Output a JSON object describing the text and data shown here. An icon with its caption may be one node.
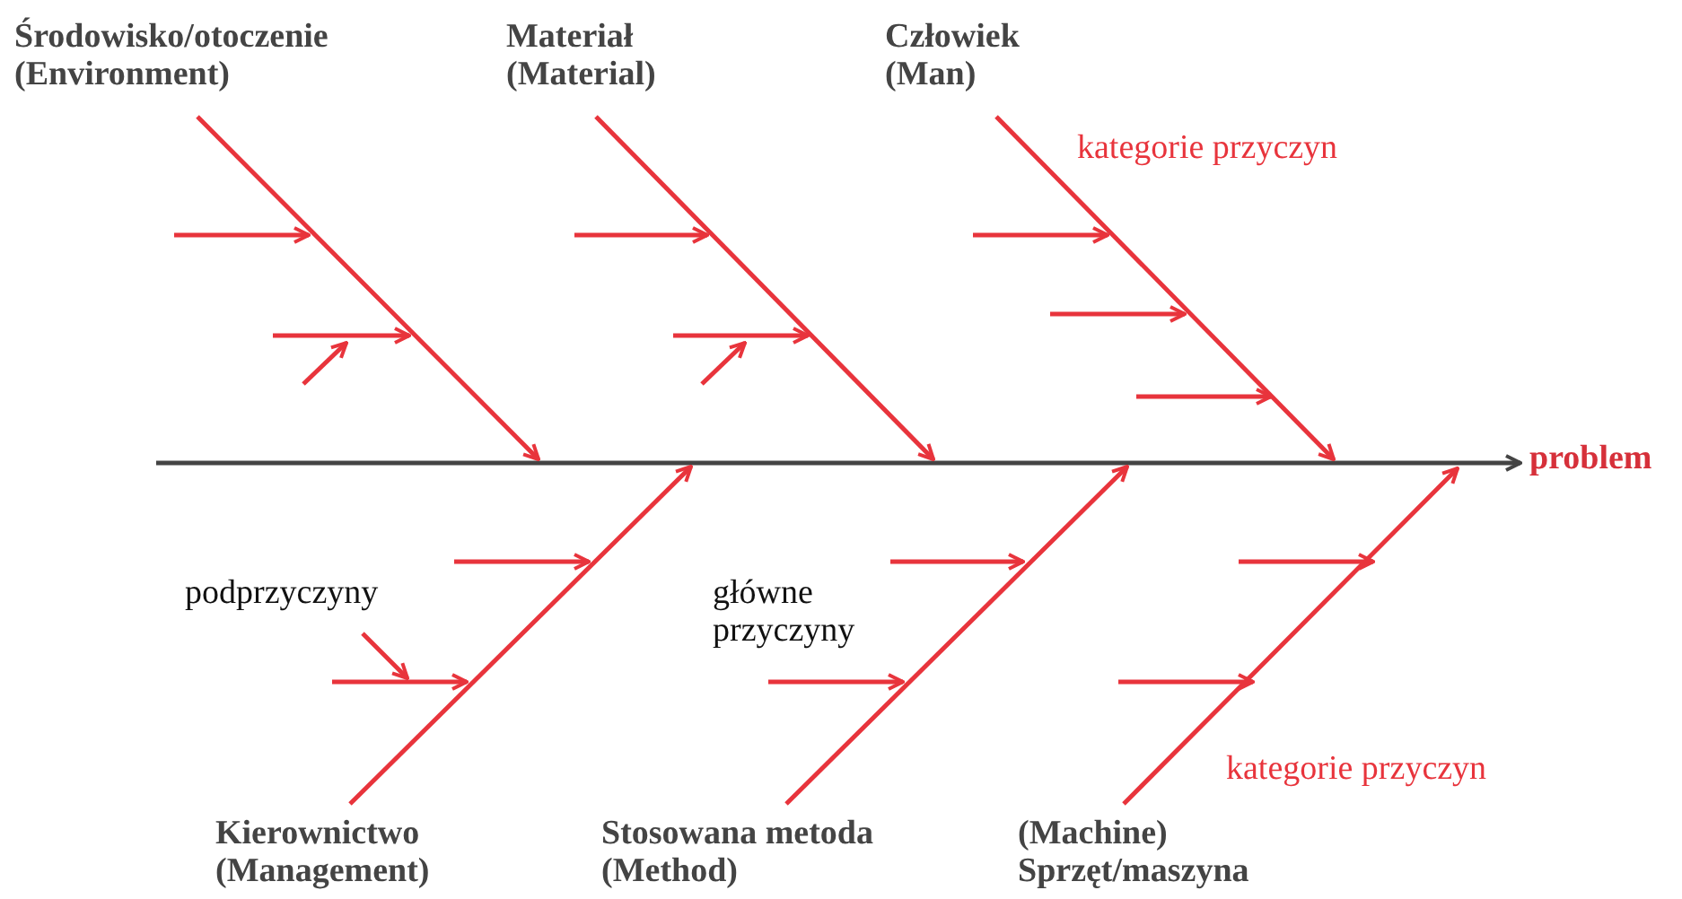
{
  "diagram": {
    "nodes": [
      {
        "text": [
          "Środowisko/otoczenie (Environment)"
        ]
      },
      {
        "text": [
          "Materiał (Material)"
        ]
      },
      {
        "text": [
          "Człowiek (Man)"
        ]
      },
      {
        "text": [
          "problem"
        ]
      },
      {
        "text": [
          "Kierownictwo (Management)"
        ]
      },
      {
        "text": [
          "Stosowana metoda (Method)"
        ]
      },
      {
        "text": [
          "(Machine) Sprzęt/maszyna"
        ]
      }
    ],
    "edges": [
      {
        "from": null,
        "to": 3,
        "arrow": "to",
        "color": "#444444"
      },
      {
        "from": 0,
        "to": null,
        "arrow": "to"
      },
      {
        "from": 1,
        "to": null,
        "arrow": "to"
      },
      {
        "from": 2,
        "to": null,
        "arrow": "to"
      },
      {
        "from": 4,
        "to": null,
        "arrow": "to"
      },
      {
        "from": 5,
        "to": null,
        "arrow": "to"
      },
      {
        "from": 6,
        "to": null,
        "arrow": "to"
      }
    ],
    "labels": [
      "kategorie przyczyn",
      "podprzyczyny",
      "główne przyczyny",
      "kategorie przyczyn"
    ]
  }
}
